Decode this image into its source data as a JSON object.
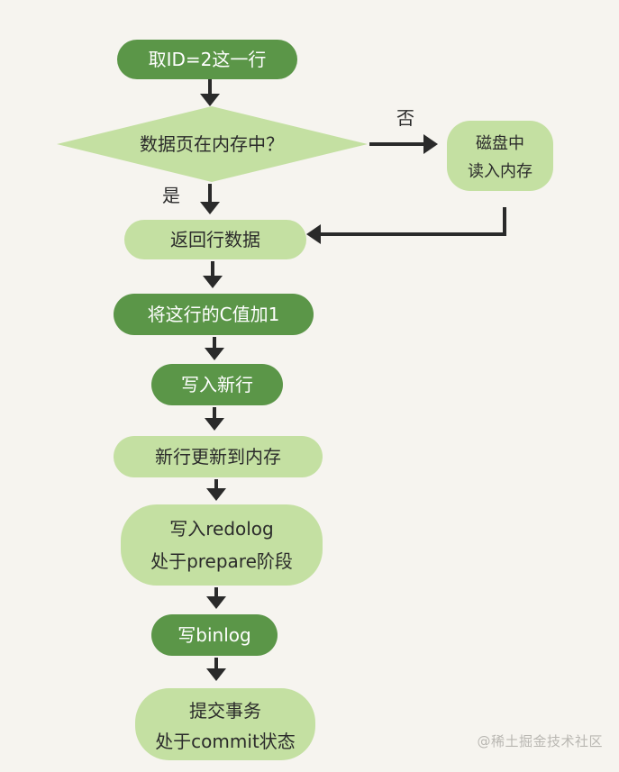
{
  "colors": {
    "background": "#f6f4ef",
    "dark_green": "#5b9648",
    "light_green": "#c4e0a2",
    "dark_text": "#ffffff",
    "light_text": "#2b2b2b",
    "arrow": "#2a2a2a"
  },
  "nodes": {
    "step_fetch_row": "取ID=2这一行",
    "decision_page_in_memory": "数据页在内存中？",
    "step_read_disk_line1": "磁盘中",
    "step_read_disk_line2": "读入内存",
    "step_return_data": "返回行数据",
    "step_add_one": "将这行的C值加1",
    "step_write_row": "写入新行",
    "step_update_memory": "新行更新到内存",
    "step_redolog_line1": "写入redolog",
    "step_redolog_line2": "处于prepare阶段",
    "step_binlog": "写binlog",
    "step_commit_line1": "提交事务",
    "step_commit_line2": "处于commit状态"
  },
  "edge_labels": {
    "no": "否",
    "yes": "是"
  },
  "watermark": "@稀土掘金技术社区"
}
